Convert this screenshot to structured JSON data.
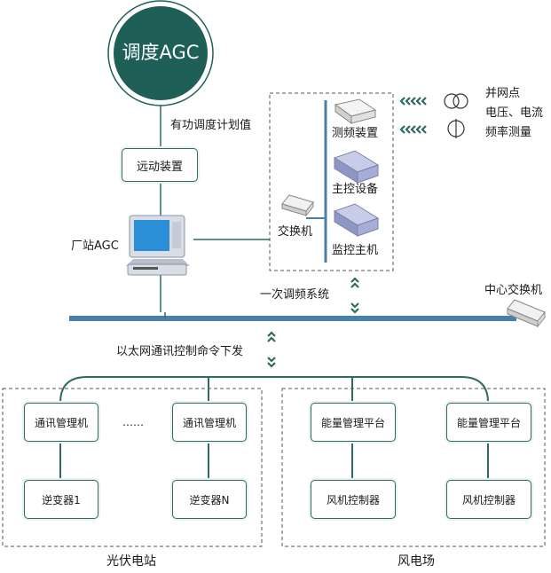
{
  "agc_circle": {
    "label": "调度AGC",
    "color": "#1e5f58"
  },
  "plan_value_label": "有功调度计划值",
  "remote_device": "远动装置",
  "plant_agc": "厂站AGC",
  "primary_freq": {
    "system_label": "一次调频系统",
    "switch_label": "交换机",
    "measure_device": "测频装置",
    "main_control": "主控设备",
    "monitor_host": "监控主机",
    "grid_point_lines": [
      "并网点",
      "电压、电流",
      "频率测量"
    ]
  },
  "central_switch": "中心交换机",
  "ethernet_label": "以太网通讯控制命令下发",
  "pv_station": {
    "title": "光伏电站",
    "comm_managers": [
      "通讯管理机",
      "通讯管理机"
    ],
    "ellipsis": "……",
    "inverters": [
      "逆变器1",
      "逆变器N"
    ]
  },
  "wind_farm": {
    "title": "风电场",
    "energy_platforms": [
      "能量管理平台",
      "能量管理平台"
    ],
    "turbine_controllers": [
      "风机控制器",
      "风机控制器"
    ]
  },
  "colors": {
    "line": "#2f6b62",
    "bus": "#4a7fa8",
    "arrow": "#2f6b62",
    "dash": "#555555"
  }
}
